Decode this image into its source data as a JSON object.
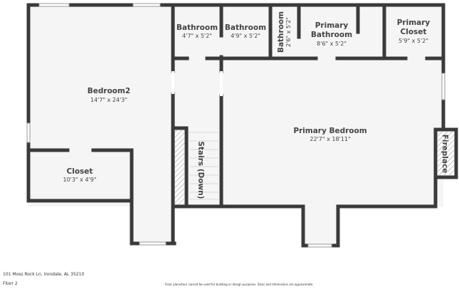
{
  "rooms": {
    "bedroom2": {
      "name": "Bedroom2",
      "dim": "14'7\" x 24'3\""
    },
    "closet": {
      "name": "Closet",
      "dim": "10'3\" x 4'9\""
    },
    "bathroom1": {
      "name": "Bathroom",
      "dim": "4'7\" x 5'2\""
    },
    "bathroom2": {
      "name": "Bathroom",
      "dim": "4'9\" x 5'2\""
    },
    "bathroom3": {
      "name": "Bathroom",
      "dim": "2'6\" x 5'2\""
    },
    "primary_bathroom": {
      "name_line1": "Primary",
      "name_line2": "Bathroom",
      "dim": "8'6\" x 5'2\""
    },
    "primary_closet": {
      "name_line1": "Primary",
      "name_line2": "Closet",
      "dim": "5'9\" x 5'2\""
    },
    "primary_bedroom": {
      "name": "Primary Bedroom",
      "dim": "22'7\" x 18'11\""
    },
    "stairs": {
      "name": "Stairs (Down)"
    },
    "fireplace": {
      "name": "Fireplace"
    }
  },
  "footer": {
    "address": "101 Moss Rock Ln, Irondale, AL 35210",
    "floor": "Floor 2",
    "disclaimer": "Floor plans/tour cannot be used for building or design purposes. Sizes and dimensions are approximate."
  },
  "colors": {
    "wall": "#3a3a3a",
    "floor": "#f5f5f5"
  }
}
